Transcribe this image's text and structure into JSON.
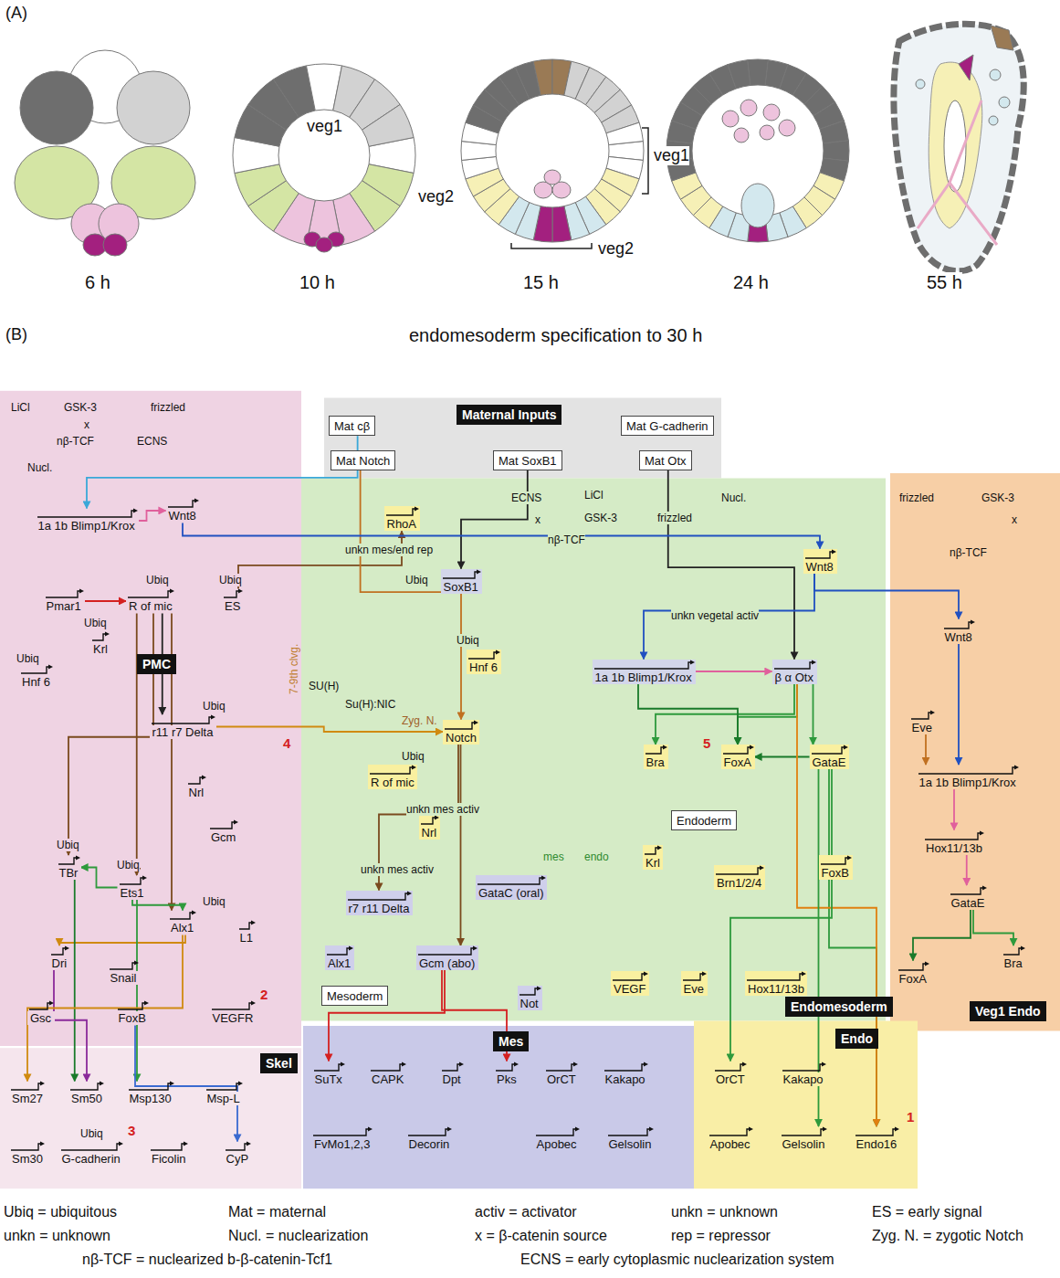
{
  "diagram": {
    "title": "endomesoderm specification to 30 h",
    "nodes": [
      {
        "text": [
          "PMC"
        ]
      },
      {
        "text": [
          "Skel"
        ]
      },
      {
        "text": [
          "Maternal Inputs"
        ]
      },
      {
        "text": [
          "Mat cβ"
        ],
        "in": 2
      },
      {
        "text": [
          "Mat G-cadherin"
        ],
        "in": 2
      },
      {
        "text": [
          "Mat Notch"
        ],
        "in": 2
      },
      {
        "text": [
          "Mat SoxB1"
        ],
        "in": 2
      },
      {
        "text": [
          "Mat Otx"
        ],
        "in": 2
      },
      {
        "text": [
          "Endomesoderm"
        ]
      },
      {
        "text": [
          "Mesoderm"
        ],
        "in": 8
      },
      {
        "text": [
          "Endoderm"
        ],
        "in": 8
      },
      {
        "text": [
          "RhoA"
        ],
        "in": 8
      },
      {
        "text": [
          "SoxB1"
        ],
        "in": 8
      },
      {
        "text": [
          "Hnf 6"
        ],
        "in": 8
      },
      {
        "text": [
          "Notch"
        ],
        "in": 8
      },
      {
        "text": [
          "R of mic"
        ],
        "in": 8
      },
      {
        "text": [
          "Nrl"
        ],
        "in": 8
      },
      {
        "text": [
          "r7 r11 Delta"
        ],
        "in": 8
      },
      {
        "text": [
          "Wnt8"
        ],
        "in": 8
      },
      {
        "text": [
          "1a 1b Blimp1/Krox"
        ],
        "in": 8
      },
      {
        "text": [
          "β α Otx"
        ],
        "in": 8
      },
      {
        "text": [
          "Bra"
        ],
        "in": 8
      },
      {
        "text": [
          "FoxA"
        ],
        "in": 8
      },
      {
        "text": [
          "GataE"
        ],
        "in": 8
      },
      {
        "text": [
          "GataC (oral)"
        ],
        "in": 8
      },
      {
        "text": [
          "Krl"
        ],
        "in": 8
      },
      {
        "text": [
          "Brn1/2/4"
        ],
        "in": 8
      },
      {
        "text": [
          "FoxB"
        ],
        "in": 8
      },
      {
        "text": [
          "Alx1"
        ],
        "in": 8
      },
      {
        "text": [
          "Gcm (abo)"
        ],
        "in": 8
      },
      {
        "text": [
          "Not"
        ],
        "in": 8
      },
      {
        "text": [
          "VEGF"
        ],
        "in": 8
      },
      {
        "text": [
          "Eve"
        ],
        "in": 8
      },
      {
        "text": [
          "Hox11/13b"
        ],
        "in": 8
      },
      {
        "text": [
          "Veg1 Endo"
        ]
      },
      {
        "text": [
          "Wnt8"
        ],
        "in": 34
      },
      {
        "text": [
          "Eve"
        ],
        "in": 34
      },
      {
        "text": [
          "1a 1b Blimp1/Krox"
        ],
        "in": 34
      },
      {
        "text": [
          "Hox11/13b"
        ],
        "in": 34
      },
      {
        "text": [
          "GataE"
        ],
        "in": 34
      },
      {
        "text": [
          "FoxA"
        ],
        "in": 34
      },
      {
        "text": [
          "Bra"
        ],
        "in": 34
      },
      {
        "text": [
          "1a 1b Blimp1/Krox"
        ],
        "in": 0
      },
      {
        "text": [
          "Wnt8"
        ],
        "in": 0
      },
      {
        "text": [
          "Pmar1"
        ],
        "in": 0
      },
      {
        "text": [
          "R of mic"
        ],
        "in": 0
      },
      {
        "text": [
          "ES"
        ],
        "in": 0
      },
      {
        "text": [
          "Krl"
        ],
        "in": 0
      },
      {
        "text": [
          "Hnf 6"
        ],
        "in": 0
      },
      {
        "text": [
          "r11 r7 Delta"
        ],
        "in": 0
      },
      {
        "text": [
          "Nrl"
        ],
        "in": 0
      },
      {
        "text": [
          "Gcm"
        ],
        "in": 0
      },
      {
        "text": [
          "TBr"
        ],
        "in": 0
      },
      {
        "text": [
          "Ets1"
        ],
        "in": 0
      },
      {
        "text": [
          "Alx1"
        ],
        "in": 0
      },
      {
        "text": [
          "L1"
        ],
        "in": 0
      },
      {
        "text": [
          "Dri"
        ],
        "in": 0
      },
      {
        "text": [
          "Snail"
        ],
        "in": 0
      },
      {
        "text": [
          "Gsc"
        ],
        "in": 0
      },
      {
        "text": [
          "FoxB"
        ],
        "in": 0
      },
      {
        "text": [
          "VEGFR"
        ],
        "in": 0
      },
      {
        "text": [
          "Sm27"
        ],
        "in": 1
      },
      {
        "text": [
          "Sm50"
        ],
        "in": 1
      },
      {
        "text": [
          "Msp130"
        ],
        "in": 1
      },
      {
        "text": [
          "Msp-L"
        ],
        "in": 1
      },
      {
        "text": [
          "Sm30"
        ],
        "in": 1
      },
      {
        "text": [
          "G-cadherin"
        ],
        "in": 1
      },
      {
        "text": [
          "Ficolin"
        ],
        "in": 1
      },
      {
        "text": [
          "CyP"
        ],
        "in": 1
      },
      {
        "text": [
          "Mes"
        ]
      },
      {
        "text": [
          "SuTx"
        ],
        "in": 69
      },
      {
        "text": [
          "CAPK"
        ],
        "in": 69
      },
      {
        "text": [
          "Dpt"
        ],
        "in": 69
      },
      {
        "text": [
          "Pks"
        ],
        "in": 69
      },
      {
        "text": [
          "OrCT"
        ],
        "in": 69
      },
      {
        "text": [
          "Kakapo"
        ],
        "in": 69
      },
      {
        "text": [
          "FvMo1,2,3"
        ],
        "in": 69
      },
      {
        "text": [
          "Decorin"
        ],
        "in": 69
      },
      {
        "text": [
          "Apobec"
        ],
        "in": 69
      },
      {
        "text": [
          "Gelsolin"
        ],
        "in": 69
      },
      {
        "text": [
          "Endo"
        ]
      },
      {
        "text": [
          "OrCT"
        ],
        "in": 80
      },
      {
        "text": [
          "Kakapo"
        ],
        "in": 80
      },
      {
        "text": [
          "Apobec"
        ],
        "in": 80
      },
      {
        "text": [
          "Gelsolin"
        ],
        "in": 80
      },
      {
        "text": [
          "Endo16"
        ],
        "in": 80
      }
    ],
    "edges": [
      {
        "from": 42,
        "to": 43,
        "arrow": "to"
      },
      {
        "from": 44,
        "to": 45,
        "arrow": "to"
      },
      {
        "from": 45,
        "to": 49,
        "arrow": "to"
      },
      {
        "from": 45,
        "to": 52,
        "arrow": "to"
      },
      {
        "from": 45,
        "to": 53,
        "arrow": "to"
      },
      {
        "from": 45,
        "to": 54,
        "arrow": "to"
      },
      {
        "from": 53,
        "to": 52,
        "arrow": "to"
      },
      {
        "from": 53,
        "to": 54,
        "arrow": "to"
      },
      {
        "from": 54,
        "to": 56,
        "arrow": "to"
      },
      {
        "from": 52,
        "to": 62,
        "arrow": "to"
      },
      {
        "from": 56,
        "to": 62,
        "arrow": "to"
      },
      {
        "from": 53,
        "to": 63,
        "arrow": "to"
      },
      {
        "from": 54,
        "to": 61,
        "arrow": "to"
      },
      {
        "from": 59,
        "to": 68,
        "arrow": "to"
      },
      {
        "from": 46,
        "to": 11,
        "arrow": "to"
      },
      {
        "from": 49,
        "to": 14,
        "arrow": "to"
      },
      {
        "from": 5,
        "to": 14,
        "arrow": "to"
      },
      {
        "from": 6,
        "to": 12,
        "arrow": "to"
      },
      {
        "from": 7,
        "to": 20,
        "arrow": "to"
      },
      {
        "from": 3,
        "to": 42,
        "arrow": "to"
      },
      {
        "from": 18,
        "to": 19,
        "arrow": "to"
      },
      {
        "from": 19,
        "to": 20,
        "arrow": "to"
      },
      {
        "from": 20,
        "to": 21,
        "arrow": "to"
      },
      {
        "from": 20,
        "to": 22,
        "arrow": "to"
      },
      {
        "from": 20,
        "to": 23,
        "arrow": "to"
      },
      {
        "from": 19,
        "to": 22,
        "arrow": "to"
      },
      {
        "from": 23,
        "to": 22,
        "arrow": "to"
      },
      {
        "from": 23,
        "to": 85,
        "arrow": "to"
      },
      {
        "from": 20,
        "to": 85,
        "arrow": "to"
      },
      {
        "from": 14,
        "to": 29,
        "arrow": "to"
      },
      {
        "from": 29,
        "to": 73,
        "arrow": "to"
      },
      {
        "from": 29,
        "to": 70,
        "arrow": "to"
      },
      {
        "from": 23,
        "to": 84,
        "arrow": "to"
      },
      {
        "from": 23,
        "to": 81,
        "arrow": "to"
      },
      {
        "from": 35,
        "to": 37,
        "arrow": "to"
      },
      {
        "from": 36,
        "to": 37,
        "arrow": "to"
      },
      {
        "from": 37,
        "to": 38,
        "arrow": "to"
      },
      {
        "from": 38,
        "to": 39,
        "arrow": "to"
      },
      {
        "from": 39,
        "to": 40,
        "arrow": "to"
      },
      {
        "from": 39,
        "to": 41,
        "arrow": "to"
      },
      {
        "from": 18,
        "to": 35,
        "arrow": "to"
      },
      {
        "from": 14,
        "to": 17,
        "arrow": "to"
      },
      {
        "from": 43,
        "to": 18,
        "arrow": "to"
      }
    ],
    "labels": [
      "(A)",
      "6 h",
      "10 h",
      "15 h",
      "24 h",
      "55 h",
      "veg1",
      "veg2",
      "veg1",
      "veg2",
      "(B)",
      "LiCl",
      "GSK-3",
      "frizzled",
      "x",
      "nβ-TCF",
      "ECNS",
      "Nucl.",
      "Ubiq",
      "Ubiq",
      "Ubiq",
      "Ubiq",
      "Ubiq",
      "Ubiq",
      "Ubiq",
      "Ubiq",
      "Ubiq",
      "3",
      "2",
      "4",
      "7-9th clvg.",
      "unkn mes/end rep",
      "Ubiq",
      "ECNS",
      "LiCl",
      "x",
      "GSK-3",
      "frizzled",
      "nβ-TCF",
      "Nucl.",
      "unkn vegetal activ",
      "Ubiq",
      "SU(H)",
      "Su(H):NIC",
      "Zyg. N.",
      "Ubiq",
      "unkn mes activ",
      "unkn mes activ",
      "mes",
      "endo",
      "5",
      "1",
      "frizzled",
      "GSK-3",
      "x",
      "nβ-TCF",
      "Ubiq = ubiquitous",
      "Mat = maternal",
      "activ = activator",
      "unkn = unknown",
      "ES = early signal",
      "unkn = unknown",
      "Nucl. = nuclearization",
      "x = β-catenin source",
      "rep = repressor",
      "Zyg. N. = zygotic Notch",
      "nβ-TCF = nuclearized b-β-catenin-Tcf1",
      "ECNS = early cytoplasmic nuclearization system"
    ]
  }
}
